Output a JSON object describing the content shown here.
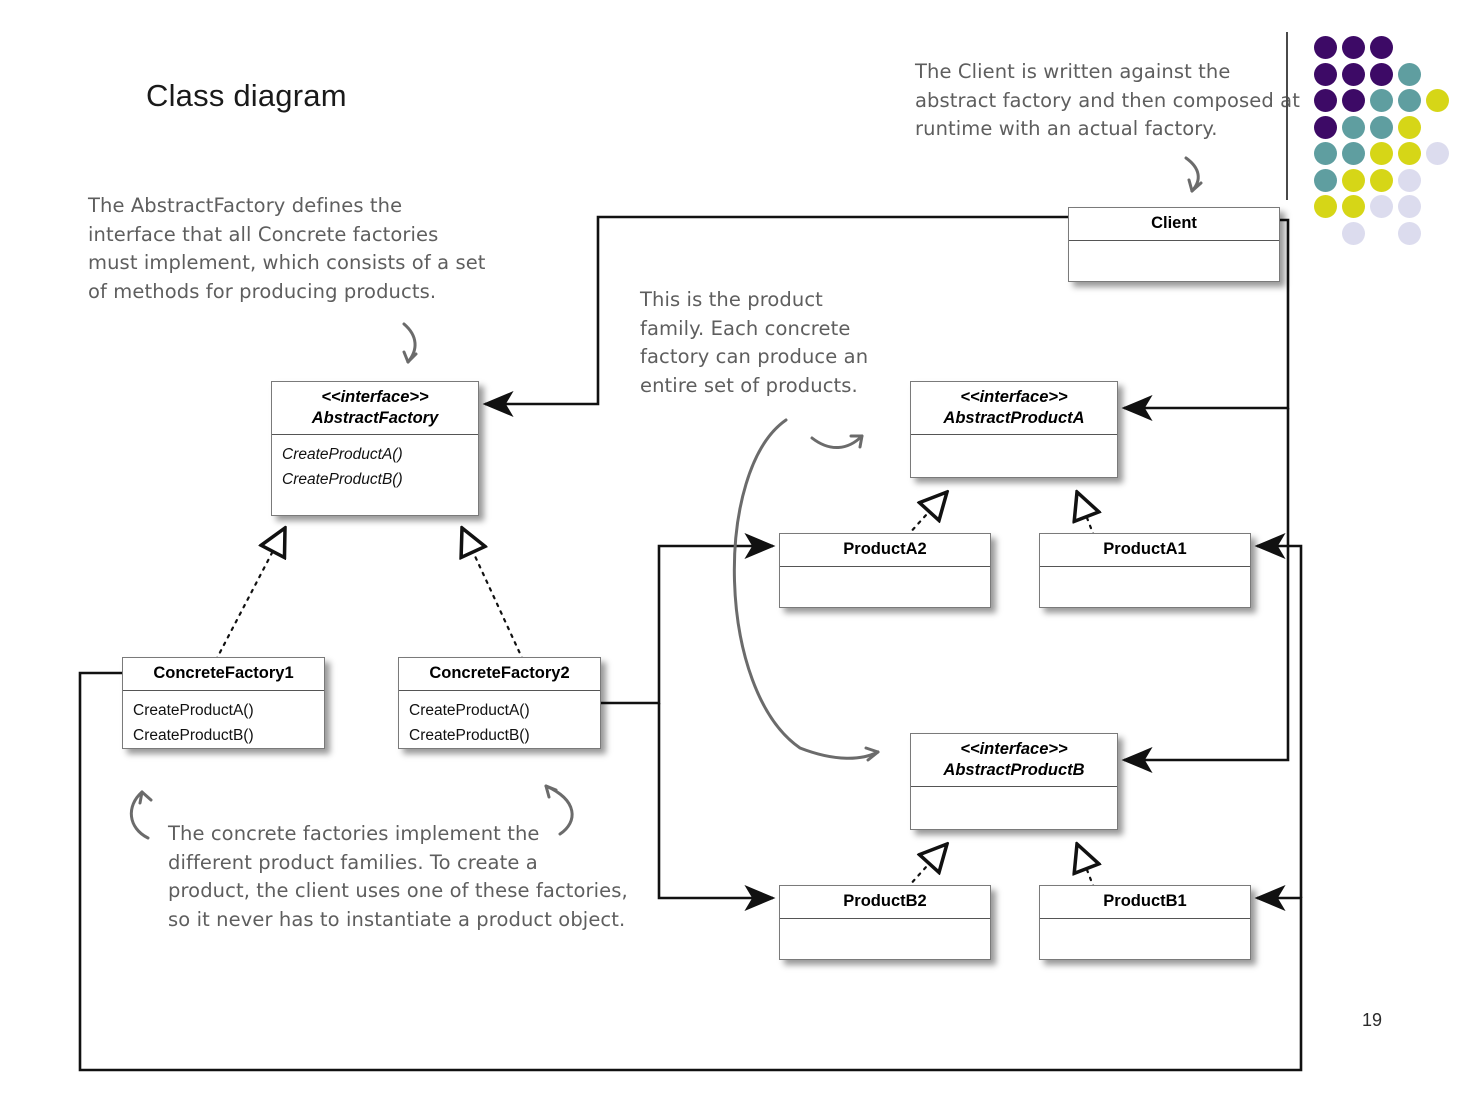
{
  "slide": {
    "title": "Class diagram",
    "page_number": "19"
  },
  "annotations": {
    "abstract_factory_note": "The AbstractFactory defines the\ninterface that all Concrete factories\nmust implement, which consists of a set\nof methods for producing products.",
    "client_note": "The Client is written against the\nabstract factory and then composed at\nruntime with an actual factory.",
    "product_family_note": "This is the product\nfamily.  Each concrete\nfactory can produce an\nentire set of products.",
    "concrete_factories_note": "The concrete factories implement the\ndifferent product families.  To create a\nproduct, the client uses one of these factories,\nso it never has to instantiate a product object."
  },
  "classes": {
    "client": {
      "stereotype": "",
      "name": "Client",
      "members": []
    },
    "abstract_factory": {
      "stereotype": "<<interface>>",
      "name": "AbstractFactory",
      "members": [
        "CreateProductA()",
        "CreateProductB()"
      ]
    },
    "abstract_product_a": {
      "stereotype": "<<interface>>",
      "name": "AbstractProductA",
      "members": []
    },
    "abstract_product_b": {
      "stereotype": "<<interface>>",
      "name": "AbstractProductB",
      "members": []
    },
    "concrete_factory1": {
      "stereotype": "",
      "name": "ConcreteFactory1",
      "members": [
        "CreateProductA()",
        "CreateProductB()"
      ]
    },
    "concrete_factory2": {
      "stereotype": "",
      "name": "ConcreteFactory2",
      "members": [
        "CreateProductA()",
        "CreateProductB()"
      ]
    },
    "product_a2": {
      "stereotype": "",
      "name": "ProductA2",
      "members": []
    },
    "product_a1": {
      "stereotype": "",
      "name": "ProductA1",
      "members": []
    },
    "product_b2": {
      "stereotype": "",
      "name": "ProductB2",
      "members": []
    },
    "product_b1": {
      "stereotype": "",
      "name": "ProductB1",
      "members": []
    }
  },
  "relationships": [
    {
      "from": "ConcreteFactory1",
      "to": "AbstractFactory",
      "type": "realization"
    },
    {
      "from": "ConcreteFactory2",
      "to": "AbstractFactory",
      "type": "realization"
    },
    {
      "from": "ProductA2",
      "to": "AbstractProductA",
      "type": "realization"
    },
    {
      "from": "ProductA1",
      "to": "AbstractProductA",
      "type": "realization"
    },
    {
      "from": "ProductB2",
      "to": "AbstractProductB",
      "type": "realization"
    },
    {
      "from": "ProductB1",
      "to": "AbstractProductB",
      "type": "realization"
    },
    {
      "from": "Client",
      "to": "AbstractFactory",
      "type": "association"
    },
    {
      "from": "Client",
      "to": "AbstractProductA",
      "type": "association"
    },
    {
      "from": "Client",
      "to": "AbstractProductB",
      "type": "association"
    },
    {
      "from": "ConcreteFactory2",
      "to": "ProductA2",
      "type": "association"
    },
    {
      "from": "ConcreteFactory2",
      "to": "ProductB2",
      "type": "association"
    },
    {
      "from": "ConcreteFactory1",
      "to": "ProductA1",
      "type": "association"
    },
    {
      "from": "ConcreteFactory1",
      "to": "ProductB1",
      "type": "association"
    }
  ],
  "logo": {
    "colors": {
      "purple": "#3d0a66",
      "teal": "#5f9ea0",
      "yellow": "#d6d617",
      "lavender": "#dcdcee"
    },
    "grid": [
      [
        "purple",
        "purple",
        "purple",
        "",
        ""
      ],
      [
        "purple",
        "purple",
        "purple",
        "teal",
        ""
      ],
      [
        "purple",
        "purple",
        "teal",
        "teal",
        "yellow"
      ],
      [
        "purple",
        "teal",
        "teal",
        "yellow",
        ""
      ],
      [
        "teal",
        "teal",
        "yellow",
        "yellow",
        "lavender"
      ],
      [
        "teal",
        "yellow",
        "yellow",
        "lavender",
        ""
      ],
      [
        "yellow",
        "yellow",
        "lavender",
        "lavender",
        ""
      ],
      [
        "",
        "lavender",
        "",
        "lavender",
        ""
      ]
    ]
  }
}
